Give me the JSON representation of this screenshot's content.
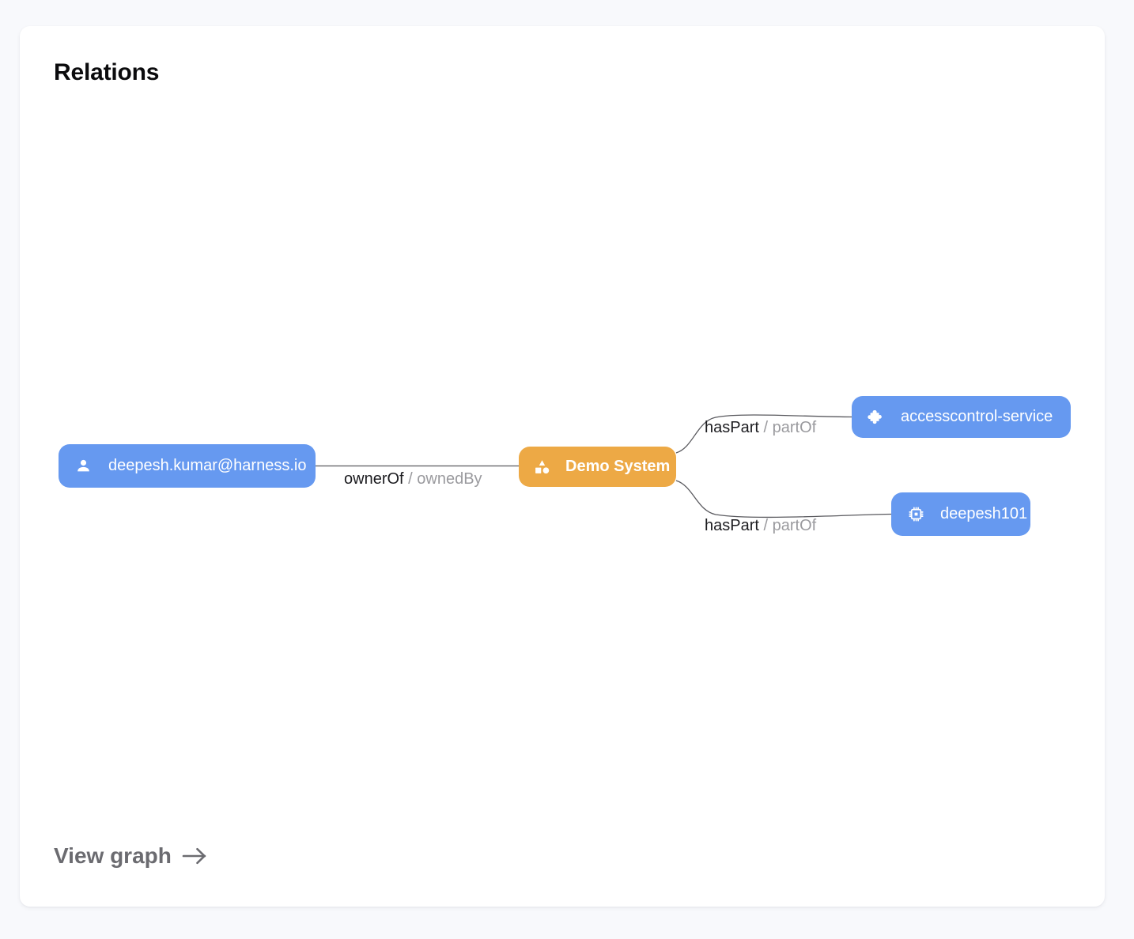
{
  "card": {
    "title": "Relations",
    "footer_link": {
      "label": "View graph",
      "icon": "arrow-right-icon"
    }
  },
  "graph": {
    "nodes": [
      {
        "id": "user",
        "label": "deepesh.kumar@harness.io",
        "kind": "user",
        "icon": "person-icon",
        "color": "#6699f0",
        "text_color": "#ffffff"
      },
      {
        "id": "system",
        "label": "Demo System",
        "kind": "system",
        "icon": "shapes-icon",
        "color": "#eda945",
        "text_color": "#ffffff"
      },
      {
        "id": "component",
        "label": "accesscontrol-service",
        "kind": "component",
        "icon": "puzzle-piece-icon",
        "color": "#6699f0",
        "text_color": "#ffffff"
      },
      {
        "id": "resource",
        "label": "deepesh101",
        "kind": "resource",
        "icon": "cpu-chip-icon",
        "color": "#6699f0",
        "text_color": "#ffffff"
      }
    ],
    "edges": [
      {
        "id": "owner",
        "source": "user",
        "target": "system",
        "relation": "ownerOf",
        "separator": "/",
        "inverse_relation": "ownedBy"
      },
      {
        "id": "part-1",
        "source": "system",
        "target": "component",
        "relation": "hasPart",
        "separator": "/",
        "inverse_relation": "partOf"
      },
      {
        "id": "part-2",
        "source": "system",
        "target": "resource",
        "relation": "hasPart",
        "separator": "/",
        "inverse_relation": "partOf"
      }
    ],
    "edge_color": "#59595e"
  }
}
